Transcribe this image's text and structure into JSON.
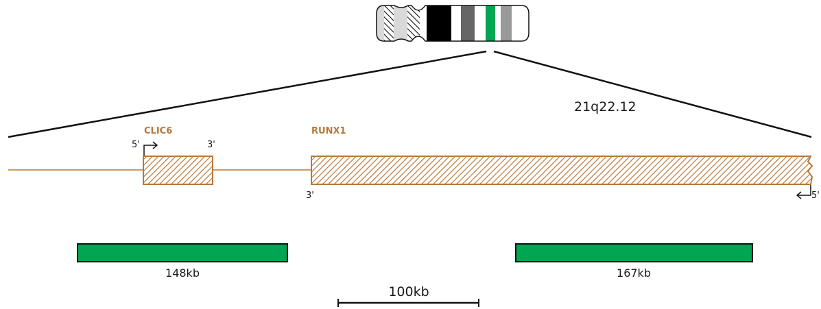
{
  "chromosome": {
    "band_label": "21q22.12",
    "highlight_color": "#00a651"
  },
  "genes": [
    {
      "name": "CLIC6",
      "five_prime": "5'",
      "three_prime": "3'"
    },
    {
      "name": "RUNX1",
      "five_prime": "5'",
      "three_prime": "3'"
    }
  ],
  "deletions": [
    {
      "label": "148kb"
    },
    {
      "label": "167kb"
    }
  ],
  "scale_bar": {
    "label": "100kb"
  },
  "colors": {
    "gene": "#b8783a",
    "deletion": "#00a651",
    "line": "#111111"
  }
}
